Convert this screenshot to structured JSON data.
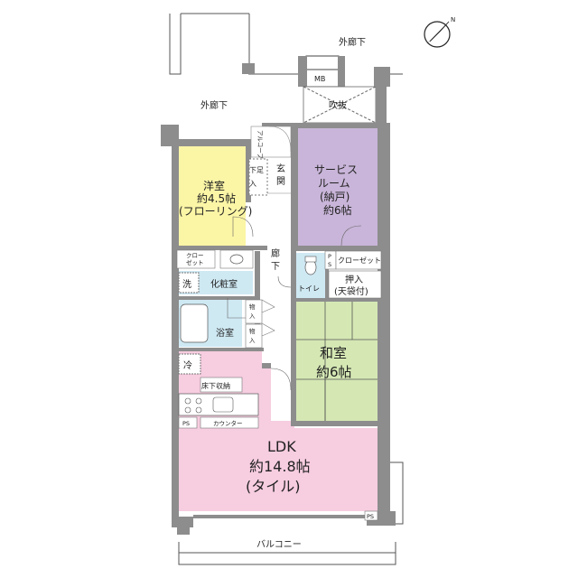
{
  "north": "N",
  "outer": {
    "corridor_top": "外廊下",
    "corridor_left": "外廊下",
    "meter_box": "MB",
    "void": "吹抜",
    "balcony": "バルコニー"
  },
  "rooms": {
    "western": {
      "name": "洋室",
      "size": "約4.5帖",
      "floor": "(フローリング)",
      "color": "#fbf5a6"
    },
    "service": {
      "name1": "サービス",
      "name2": "ルーム",
      "note": "(納戸)",
      "size": "約6帖",
      "color": "#c9b5d9"
    },
    "japanese": {
      "name": "和室",
      "size": "約6帖",
      "color": "#d5e8b4"
    },
    "ldk": {
      "name": "LDK",
      "size": "約14.8帖",
      "floor": "(タイル)",
      "color": "#f7cde0"
    },
    "wet_color": "#cfe9f3"
  },
  "labels": {
    "alcove": "アルコーブ",
    "entrance": "玄関",
    "shoe1": "下足",
    "shoe2": "入",
    "corridor1": "廊",
    "corridor2": "下",
    "closet_left": "クロー",
    "closet_left2": "ゼット",
    "closet_right": "クローゼット",
    "ps": "PS",
    "p": "P",
    "s": "S",
    "washer": "洗",
    "vanity": "化粧室",
    "toilet": "トイレ",
    "oshiire": "押入",
    "tenbukuro": "(天袋付)",
    "bath": "浴室",
    "storage1a": "物",
    "storage1b": "入",
    "fridge": "冷",
    "underfloor": "床下収納",
    "counter": "カウンター"
  }
}
